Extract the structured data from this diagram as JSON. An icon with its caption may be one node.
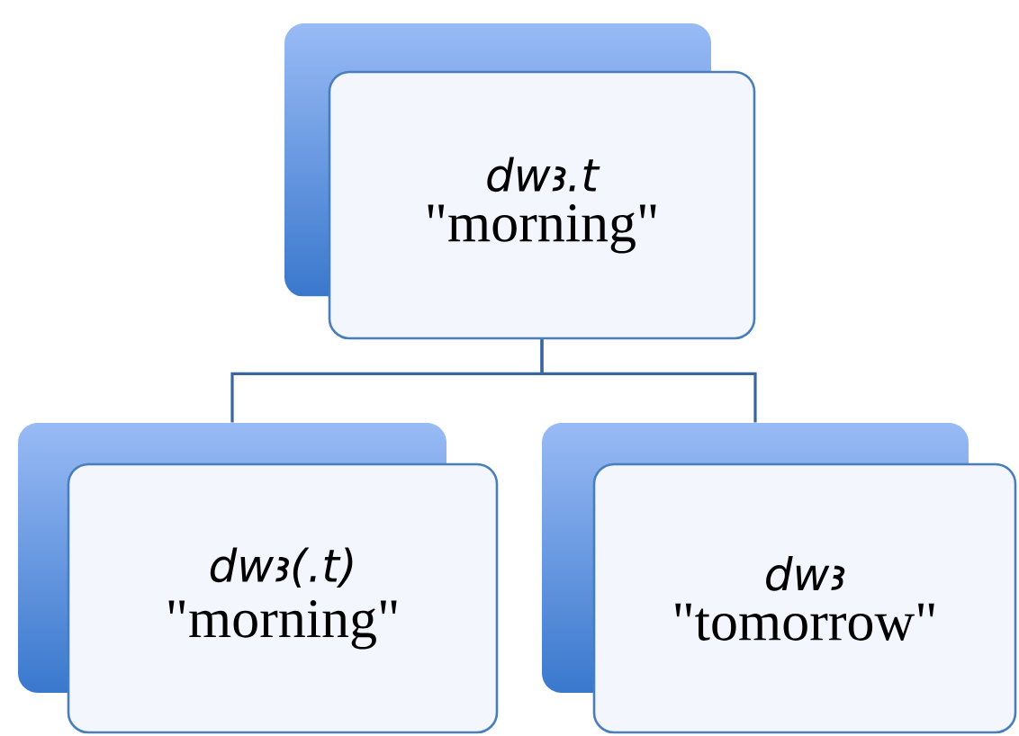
{
  "diagram": {
    "nodes": [
      {
        "text": [
          "dwꜣ.t",
          "\"morning\""
        ]
      },
      {
        "text": [
          "dwꜣ(.t)",
          "\"morning\""
        ]
      },
      {
        "text": [
          "dwꜣ",
          "\"tomorrow\""
        ]
      }
    ],
    "edges": [
      {
        "from": 0,
        "to": 1,
        "arrow": "none"
      },
      {
        "from": 0,
        "to": 2,
        "arrow": "none"
      }
    ]
  }
}
